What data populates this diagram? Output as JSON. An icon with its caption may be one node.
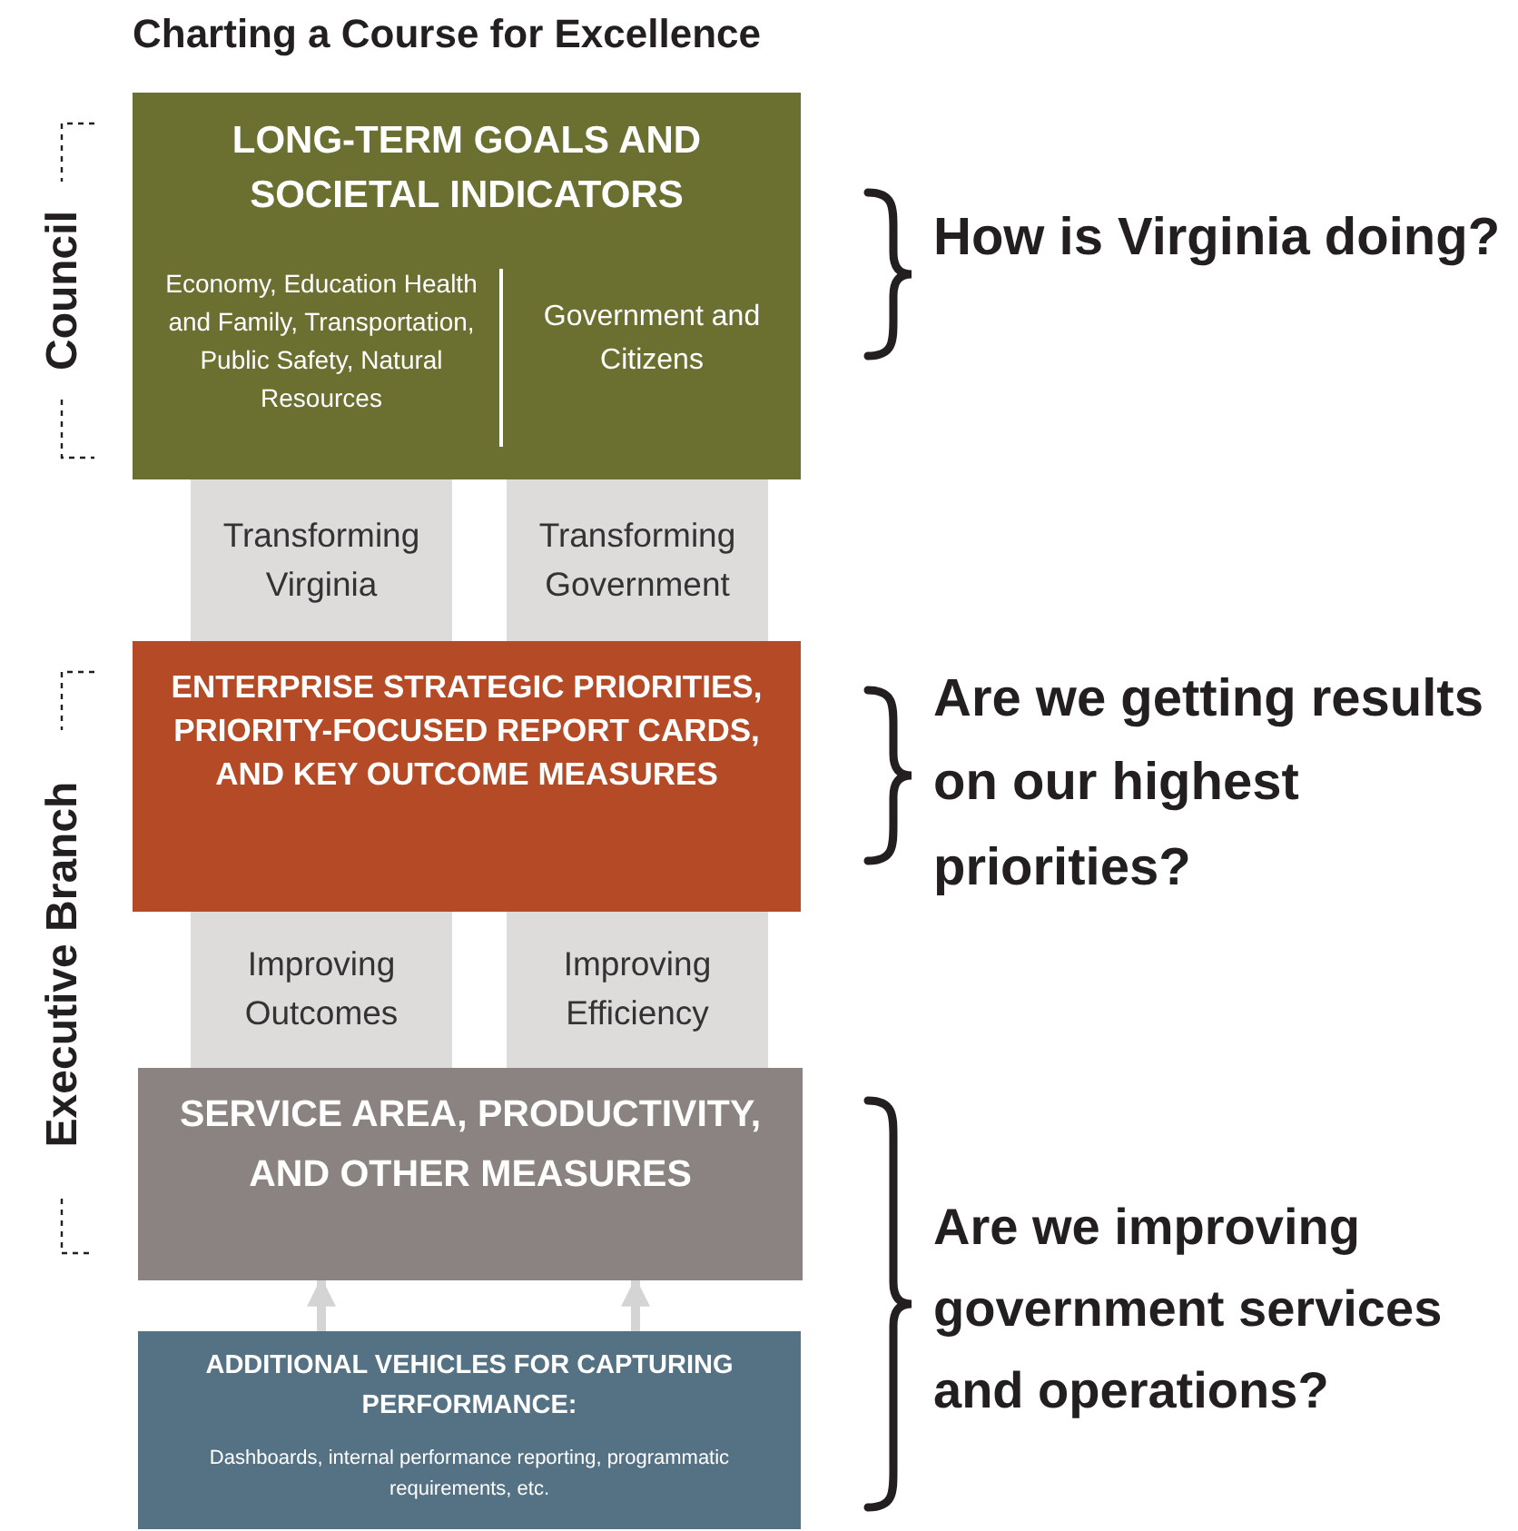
{
  "diagram": {
    "title": "Charting a Course for Excellence",
    "nodes": [
      {
        "text": [
          "LONG-TERM GOALS AND SOCIETAL INDICATORS",
          "Economy, Education Health and Family, Transportation, Public Safety, Natural Resources",
          "Government and Citizens"
        ]
      },
      {
        "text": [
          "Transforming Virginia"
        ]
      },
      {
        "text": [
          "Transforming Government"
        ]
      },
      {
        "text": [
          "ENTERPRISE STRATEGIC PRIORITIES, PRIORITY-FOCUSED REPORT CARDS, AND KEY OUTCOME MEASURES"
        ]
      },
      {
        "text": [
          "Improving Outcomes"
        ]
      },
      {
        "text": [
          "Improving Efficiency"
        ]
      },
      {
        "text": [
          "SERVICE AREA, PRODUCTIVITY, AND OTHER MEASURES"
        ]
      },
      {
        "text": [
          "ADDITIONAL VEHICLES FOR CAPTURING PERFORMANCE:",
          "Dashboards, internal performance reporting, programmatic requirements, etc."
        ]
      }
    ],
    "edges": [
      {
        "from": 7,
        "to": 6,
        "arrow": "to"
      },
      {
        "from": 7,
        "to": 6,
        "arrow": "to"
      }
    ],
    "labels": [
      "Council",
      "How is Virginia doing?",
      "Executive Branch",
      "Are we getting results on our highest priorities?",
      "Are we improving government services and operations?"
    ]
  }
}
